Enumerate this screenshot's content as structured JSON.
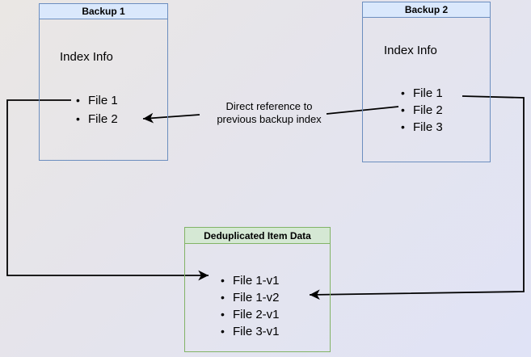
{
  "diagram": {
    "boxes": {
      "backup1": {
        "title": "Backup 1",
        "subtitle": "Index Info",
        "items": [
          "File 1",
          "File 2"
        ],
        "border_color": "#6c8ebf",
        "header_fill": "#dae8fc"
      },
      "backup2": {
        "title": "Backup 2",
        "subtitle": "Index Info",
        "items": [
          "File 1",
          "File 2",
          "File 3"
        ],
        "border_color": "#6c8ebf",
        "header_fill": "#dae8fc"
      },
      "dedup": {
        "title": "Deduplicated Item Data",
        "items": [
          "File 1-v1",
          "File 1-v2",
          "File 2-v1",
          "File 3-v1"
        ],
        "border_color": "#82b366",
        "header_fill": "#d5e8d4"
      }
    },
    "annotation": {
      "line1": "Direct reference to",
      "line2": "previous backup index"
    },
    "arrows": [
      {
        "from": "backup2 / File 2",
        "to": "backup1 / File 2",
        "label": "Direct reference to previous backup index",
        "color": "#000000"
      },
      {
        "from": "backup1 / File 1",
        "to": "dedup / File 1-v1",
        "label": "",
        "color": "#000000"
      },
      {
        "from": "backup2 / File 1",
        "to": "dedup / File 1-v2",
        "label": "",
        "color": "#000000"
      }
    ],
    "background": {
      "gradient_from": "#eae7e4",
      "gradient_to": "#e0e3f6"
    }
  }
}
